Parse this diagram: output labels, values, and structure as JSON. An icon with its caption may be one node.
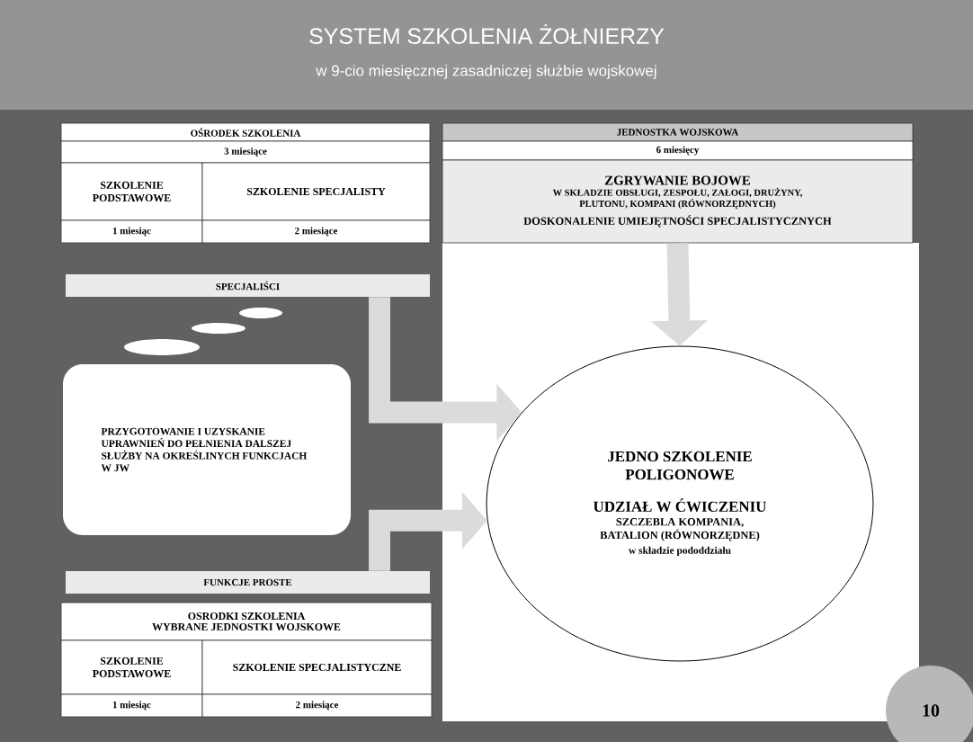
{
  "diagram": {
    "title": "SYSTEM SZKOLENIA ŻOŁNIERZY",
    "nodes": [
      {
        "text": [
          "OŚRODEK SZKOLENIA"
        ]
      },
      {
        "text": [
          "3 miesiące"
        ]
      },
      {
        "text": [
          "SZKOLENIE PODSTAWOWE"
        ]
      },
      {
        "text": [
          "SZKOLENIE SPECJALISTY"
        ]
      },
      {
        "text": [
          "1 miesiąc"
        ]
      },
      {
        "text": [
          "2 miesiące"
        ]
      },
      {
        "text": [
          "JEDNOSTKA WOJSKOWA"
        ]
      },
      {
        "text": [
          "6 miesięcy"
        ]
      },
      {
        "text": [
          "ZGRYWANIE BOJOWE",
          "W SKŁADZIE OBSŁUGI, ZESPOŁU, ZAŁOGI, DRUŻYNY, PLUTONU, KOMPANI (RÓWNORZĘDNYCH)",
          "DOSKONALENIE UMIEJĘTNOŚCI SPECJALISTYCZNYCH"
        ]
      },
      {
        "text": [
          "SPECJALIŚCI"
        ]
      },
      {
        "text": [
          "PRZYGOTOWANIE I UZYSKANIE UPRAWNIEŃ DO PEŁNIENIA DALSZEJ SŁUŻBY NA OKREŚLINYCH FUNKCJACH W JW"
        ]
      },
      {
        "text": [
          "FUNKCJE PROSTE"
        ]
      },
      {
        "text": [
          "OSRODKI SZKOLENIA",
          "WYBRANE JEDNOSTKI WOJSKOWE"
        ]
      },
      {
        "text": [
          "SZKOLENIE PODSTAWOWE"
        ]
      },
      {
        "text": [
          "SZKOLENIE SPECJALISTYCZNE"
        ]
      },
      {
        "text": [
          "1 miesiąc"
        ]
      },
      {
        "text": [
          "2 miesiące"
        ]
      },
      {
        "text": [
          "JEDNO SZKOLENIE POLIGONOWE",
          "UDZIAŁ W ĆWICZENIU",
          "SZCZEBLA KOMPANIA, BATALION (RÓWNORZĘDNE)",
          "w składzie pododdziału"
        ]
      },
      {
        "text": [
          "10"
        ]
      }
    ],
    "edges": [
      {
        "from": 9,
        "to": 17,
        "arrow": "to"
      },
      {
        "from": 11,
        "to": 17,
        "arrow": "to"
      },
      {
        "from": 8,
        "to": 17,
        "arrow": "to"
      }
    ],
    "labels": [
      "w 9-cio miesięcznej zasadniczej służbie wojskowej"
    ]
  }
}
